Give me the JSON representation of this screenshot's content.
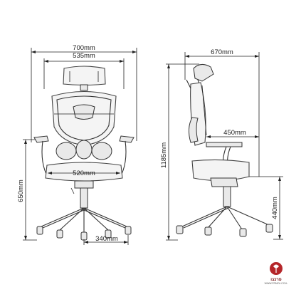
{
  "dimensions": {
    "front_overall_width": "700mm",
    "headrest_width": "535mm",
    "seat_width": "520mm",
    "seat_height": "650mm",
    "base_radius": "340mm",
    "side_depth": "670mm",
    "total_height": "1185mm",
    "seat_depth": "450mm",
    "seat_height_side": "440mm"
  },
  "logo": {
    "name": "logo-brand",
    "text": "פרנצו",
    "subtext": "WWW.FRNZU.CO.IL",
    "color": "#b5262a"
  }
}
